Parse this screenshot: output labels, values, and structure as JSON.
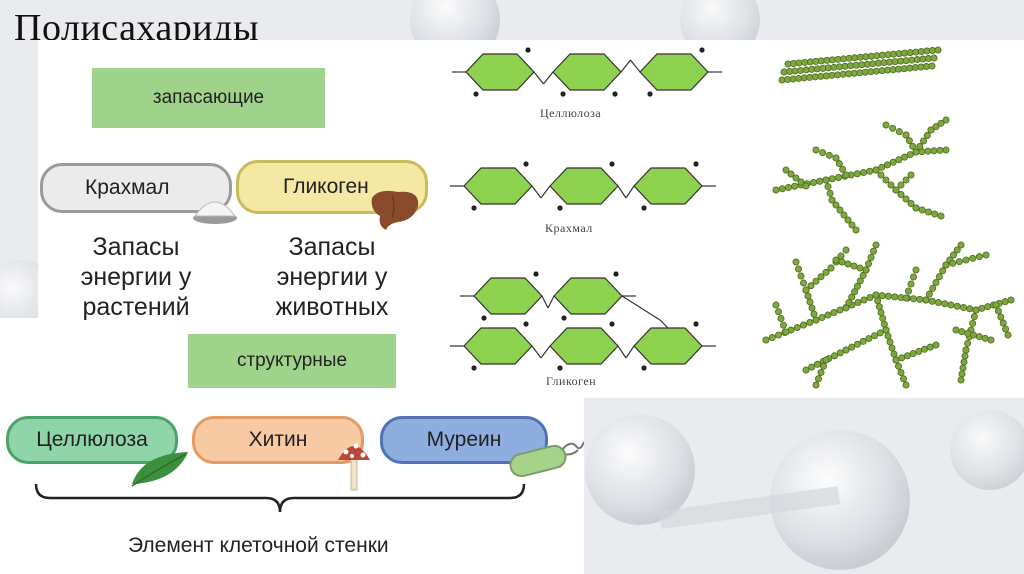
{
  "title": "Полисахариды",
  "storage": {
    "label": "запасающие",
    "items": [
      {
        "name": "Крахмал",
        "desc": [
          "Запасы",
          "энергии у",
          "растений"
        ]
      },
      {
        "name": "Гликоген",
        "desc": [
          "Запасы",
          "энергии у",
          "животных"
        ]
      }
    ]
  },
  "structural": {
    "label": "структурные",
    "items": [
      {
        "name": "Целлюлоза"
      },
      {
        "name": "Хитин"
      },
      {
        "name": "Муреин"
      }
    ],
    "bracket_caption": "Элемент клеточной стенки"
  },
  "structures": {
    "captions": [
      "Целлюлоза",
      "Крахмал",
      "Гликоген"
    ]
  },
  "colors": {
    "label_green": "#9fd28b",
    "hexagon_green": "#8ed14f",
    "chain_green": "#7ea83e"
  },
  "icons": [
    "powder-pile-icon",
    "liver-icon",
    "leaf-icon",
    "mushroom-icon",
    "bacterium-icon"
  ]
}
